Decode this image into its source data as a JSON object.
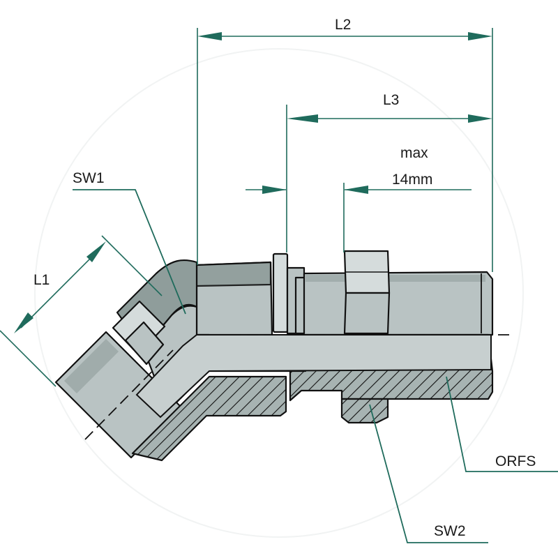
{
  "labels": {
    "l1": "L1",
    "l2": "L2",
    "l3": "L3",
    "max": "max",
    "mm": "14mm",
    "sw1": "SW1",
    "sw2": "SW2",
    "orfs": "ORFS"
  },
  "colors": {
    "dimension_line": "#1f6b5c",
    "body": "#b9c3c3",
    "body_dark": "#8f9d9b",
    "outline": "#111111"
  }
}
